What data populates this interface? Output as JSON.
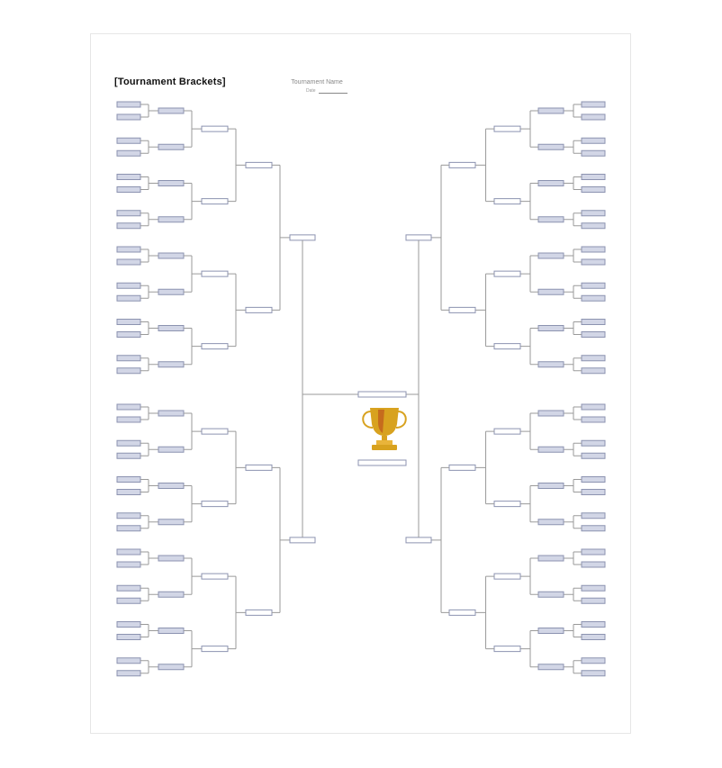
{
  "document": {
    "title": "[Tournament Brackets]",
    "tournament_name_label": "Tournament Name",
    "date_label": "Date"
  },
  "bracket": {
    "teams_per_side": 32,
    "rounds_per_side": 5,
    "has_championship_slots": true,
    "team_slot_color": "#d2d6e6",
    "slot_border_color": "#8c93b0",
    "line_color": "#9a9a9a"
  },
  "trophy": {
    "icon": "trophy-icon",
    "color": "#d8a21f",
    "accent_color": "#c05a1e"
  }
}
